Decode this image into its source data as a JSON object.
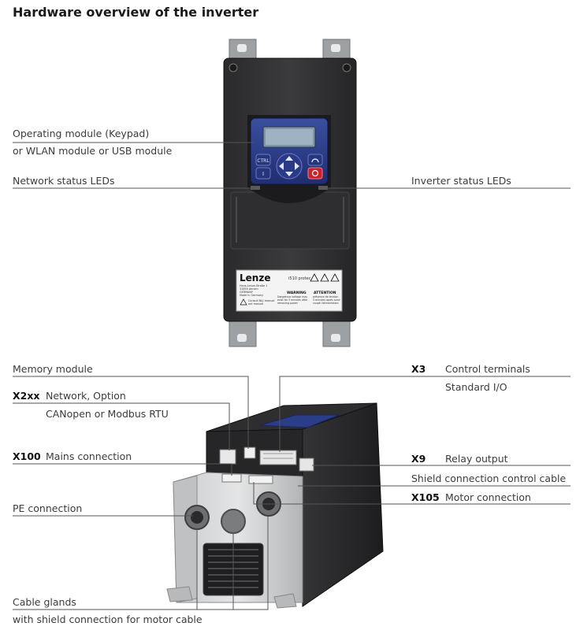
{
  "title": "Hardware overview of the inverter",
  "device": {
    "brand": "Lenze",
    "model": "i510 protec",
    "keypad_buttons": [
      "CTRL",
      "I"
    ],
    "label_left_lines": [
      "Hans-Lenze-Straße 1",
      "31855 Aerzen",
      "GERMANY",
      "Made in Germany"
    ],
    "label_warning_title": "WARNING",
    "label_warning_text": [
      "Dangerous voltage may",
      "exist for 3 minutes after",
      "removing power"
    ],
    "label_attention_title": "ATTENTION",
    "label_attention_text": [
      "présence de tension",
      "3 minutes après avoir",
      "coupé l'alimentation"
    ],
    "label_manual": [
      "Consult BA/ manual",
      "ant manuel"
    ]
  },
  "callouts": {
    "operating_module_1": "Operating module (Keypad)",
    "operating_module_2": "or WLAN module or USB module",
    "network_status": "Network status LEDs",
    "inverter_status": "Inverter status LEDs",
    "memory_module": "Memory module",
    "x2xx_code": "X2xx",
    "x2xx_1": "Network, Option",
    "x2xx_2": "CANopen or Modbus RTU",
    "x100_code": "X100",
    "x100_text": "Mains connection",
    "pe_connection": "PE connection",
    "cable_glands_1": "Cable glands",
    "cable_glands_2": "with shield connection for motor cable",
    "x3_code": "X3",
    "x3_1": "Control terminals",
    "x3_2": "Standard I/O",
    "x9_code": "X9",
    "x9_text": "Relay output",
    "shield_connection": "Shield connection control cable",
    "x105_code": "X105",
    "x105_text": "Motor connection"
  }
}
